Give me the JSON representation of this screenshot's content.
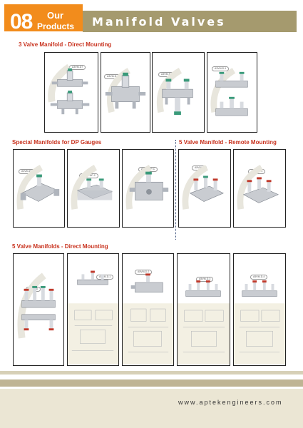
{
  "header": {
    "number": "08",
    "word1": "Our",
    "word2": "Products",
    "title": "Manifold Valves"
  },
  "sections": [
    {
      "title": "3 Valve Manifold - Direct Mounting",
      "cards": [
        {
          "model": "A3VM-D7"
        },
        {
          "model": "A3VM-D-H"
        },
        {
          "model": "A3VM-D-1"
        },
        {
          "model": "A3VM-D-1"
        }
      ]
    },
    {
      "title": "Special Manifolds for DP Gauges",
      "cards": [
        {
          "model": "A3VM-DP"
        },
        {
          "model": "A3VM-DP-2"
        },
        {
          "model": "A3VM-DP-C"
        }
      ]
    },
    {
      "title": "5 Valve Manifold - Remote Mounting",
      "cards": [
        {
          "model": "A5VM-R"
        },
        {
          "model": "A5VM-R-1"
        }
      ]
    },
    {
      "title": "5 Valve Manifolds - Direct Mounting",
      "cards": [
        {
          "model": "A5VM-D"
        },
        {
          "model": "A5VM-D-1"
        },
        {
          "model": "A5VM-D-2"
        },
        {
          "model": "A5VM-D-3"
        },
        {
          "model": "A5VM-D-4"
        }
      ]
    }
  ],
  "footer": {
    "url": "www.aptekengineers.com"
  },
  "colors": {
    "accent_orange": "#f28c1c",
    "header_olive": "#a59a6e",
    "section_title_red": "#c8321e",
    "footer_band": "#bfb493"
  }
}
